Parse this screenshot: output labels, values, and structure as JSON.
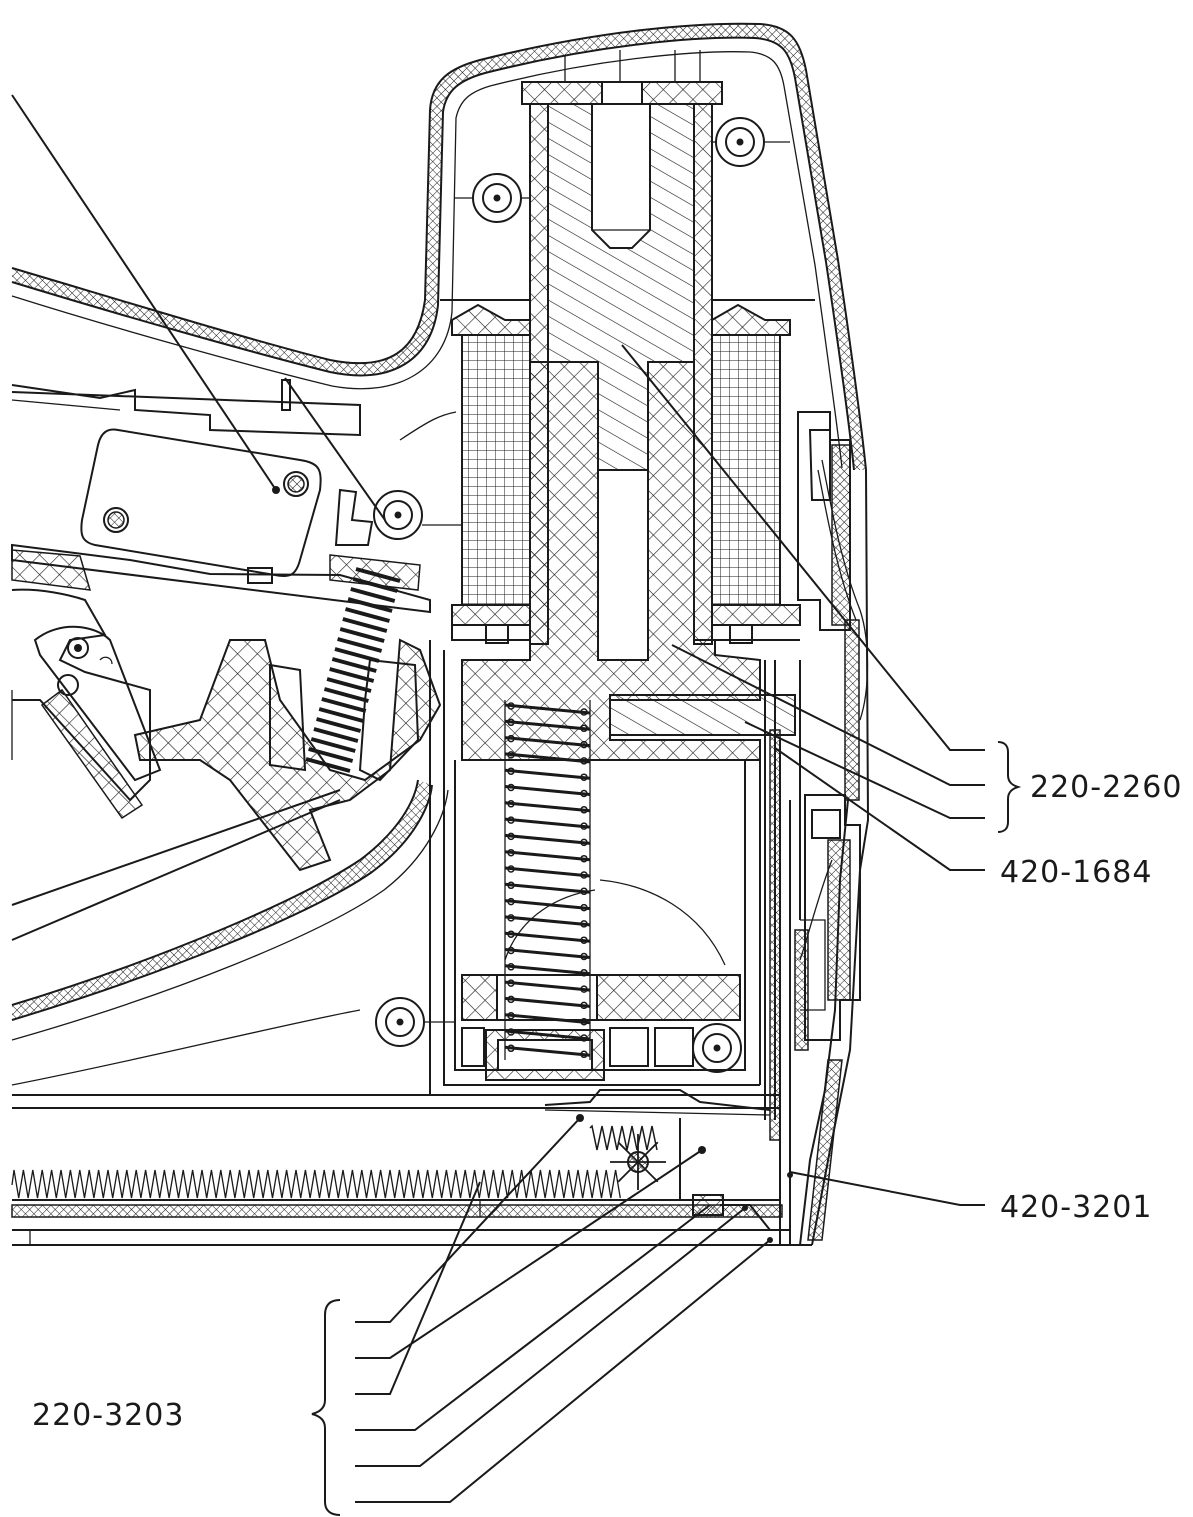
{
  "labels": {
    "ref_220_2260": "220-2260",
    "ref_420_1684": "420-1684",
    "ref_420_3201": "420-3201",
    "ref_220_3203": "220-3203"
  },
  "colors": {
    "line": "#1a1a1a",
    "background": "#ffffff"
  }
}
